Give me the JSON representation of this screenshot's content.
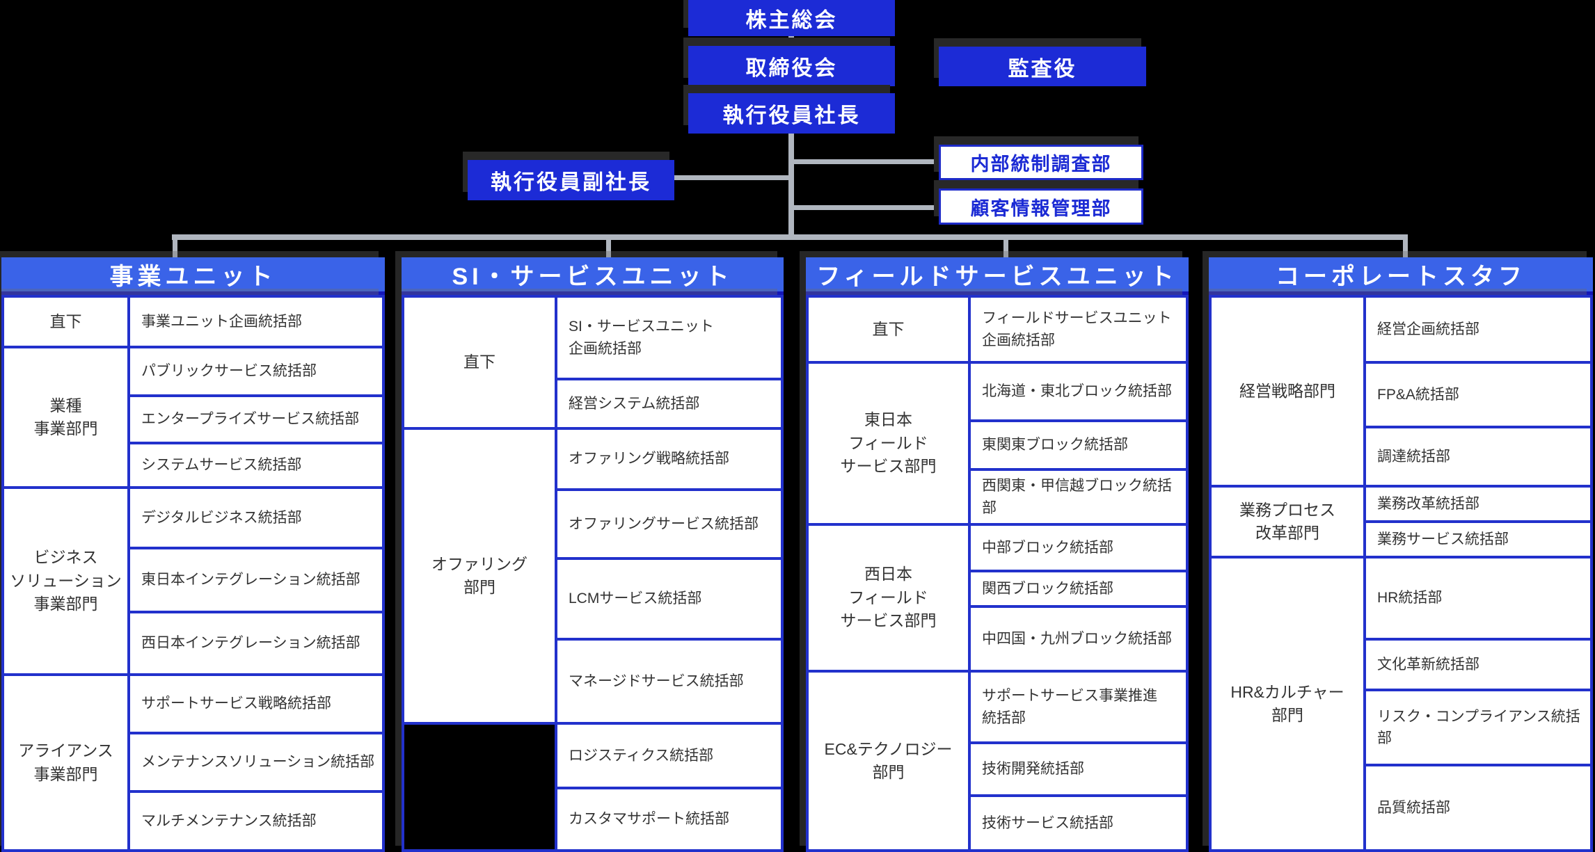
{
  "colors": {
    "background": "#000000",
    "solid_box_blue": "#1c2bd6",
    "unit_header_blue": "#3a63e8",
    "grid_border_blue": "#2231cc",
    "outline_box_text_blue": "#1b2ad4",
    "connector_gray": "#b0b6bf",
    "cell_text": "#333333"
  },
  "top": {
    "shareholders": "株主総会",
    "board": "取締役会",
    "president": "執行役員社長",
    "auditor": "監査役",
    "vice_president": "執行役員副社長",
    "internal_control": "内部統制調査部",
    "customer_info": "顧客情報管理部"
  },
  "units": [
    {
      "title": "事業ユニット",
      "groups": [
        {
          "label": "直下",
          "depts": [
            "事業ユニット企画統括部"
          ]
        },
        {
          "label": "業種\n事業部門",
          "depts": [
            "パブリックサービス統括部",
            "エンタープライズサービス統括部",
            "システムサービス統括部"
          ]
        },
        {
          "label": "ビジネス\nソリューション\n事業部門",
          "depts": [
            "デジタルビジネス統括部",
            "東日本インテグレーション統括部",
            "西日本インテグレーション統括部"
          ]
        },
        {
          "label": "アライアンス\n事業部門",
          "depts": [
            "サポートサービス戦略統括部",
            "メンテナンスソリューション統括部",
            "マルチメンテナンス統括部"
          ]
        }
      ]
    },
    {
      "title": "SI・サービスユニット",
      "groups": [
        {
          "label": "直下",
          "depts": [
            "SI・サービスユニット\n企画統括部",
            "経営システム統括部"
          ]
        },
        {
          "label": "オファリング\n部門",
          "depts": [
            "オファリング戦略統括部",
            "オファリングサービス統括部",
            "LCMサービス統括部",
            "マネージドサービス統括部"
          ]
        },
        {
          "label": "",
          "depts": [
            "ロジスティクス統括部",
            "カスタマサポート統括部"
          ]
        }
      ]
    },
    {
      "title": "フィールドサービスユニット",
      "groups": [
        {
          "label": "直下",
          "depts": [
            "フィールドサービスユニット\n企画統括部"
          ]
        },
        {
          "label": "東日本\nフィールド\nサービス部門",
          "depts": [
            "北海道・東北ブロック統括部",
            "東関東ブロック統括部",
            "西関東・甲信越ブロック統括部"
          ]
        },
        {
          "label": "西日本\nフィールド\nサービス部門",
          "depts": [
            "中部ブロック統括部",
            "関西ブロック統括部",
            "中四国・九州ブロック統括部"
          ]
        },
        {
          "label": "EC&テクノロジー\n部門",
          "depts": [
            "サポートサービス事業推進\n統括部",
            "技術開発統括部",
            "技術サービス統括部"
          ]
        }
      ]
    },
    {
      "title": "コーポレートスタフ",
      "groups": [
        {
          "label": "経営戦略部門",
          "depts": [
            "経営企画統括部",
            "FP&A統括部",
            "調達統括部"
          ]
        },
        {
          "label": "業務プロセス\n改革部門",
          "depts": [
            "業務改革統括部",
            "業務サービス統括部"
          ]
        },
        {
          "label": "HR&カルチャー\n部門",
          "depts": [
            "HR統括部",
            "文化革新統括部",
            "リスク・コンプライアンス統括部",
            "品質統括部"
          ]
        }
      ]
    }
  ]
}
